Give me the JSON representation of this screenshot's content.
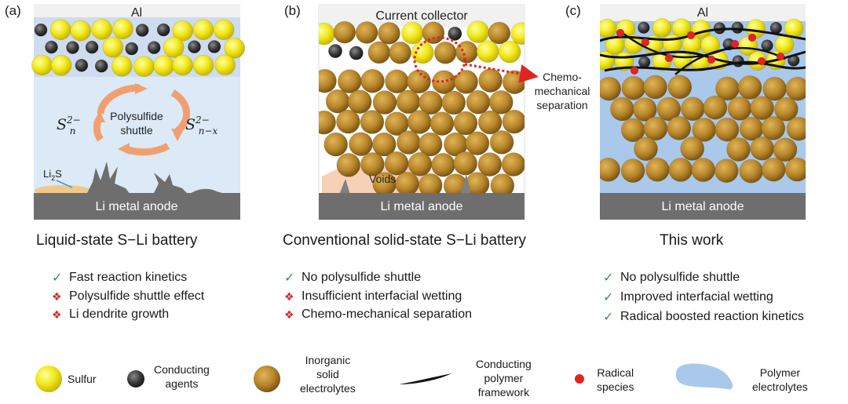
{
  "panels": [
    {
      "letter": "(a)",
      "top_label": "Al",
      "bottom_label": "Li metal anode",
      "shuttle_label": [
        "Polysulfide",
        "shuttle"
      ],
      "sn_left": "S",
      "sn_left_sub": "n",
      "sn_left_sup": "2−",
      "sn_right": "S",
      "sn_right_sub": "n−x",
      "sn_right_sup": "2−",
      "li2s_label": "Li",
      "li2s_sub": "2",
      "li2s_tail": "S",
      "caption": "Liquid-state S−Li battery",
      "props": [
        {
          "mark": "check",
          "text": "Fast reaction kinetics"
        },
        {
          "mark": "cross",
          "text": "Polysulfide shuttle effect"
        },
        {
          "mark": "cross",
          "text": "Li dendrite growth"
        }
      ]
    },
    {
      "letter": "(b)",
      "top_label": "Current collector",
      "bottom_label": "Li metal anode",
      "voids_label": "Voids",
      "separation_label": [
        "Chemo-",
        "mechanical",
        "separation"
      ],
      "caption": "Conventional solid-state S−Li battery",
      "props": [
        {
          "mark": "check",
          "text": "No polysulfide shuttle"
        },
        {
          "mark": "cross",
          "text": "Insufficient interfacial wetting"
        },
        {
          "mark": "cross",
          "text": "Chemo-mechanical separation"
        }
      ]
    },
    {
      "letter": "(c)",
      "top_label": "Al",
      "bottom_label": "Li metal anode",
      "caption": "This work",
      "props": [
        {
          "mark": "check",
          "text": "No polysulfide shuttle"
        },
        {
          "mark": "check",
          "text": "Improved interfacial wetting"
        },
        {
          "mark": "check",
          "text": "Radical boosted reaction kinetics"
        }
      ]
    }
  ],
  "marks": {
    "check": "✓",
    "cross": "❖"
  },
  "legend": [
    {
      "name": "sulfur",
      "lines": [
        "Sulfur"
      ]
    },
    {
      "name": "conducting-agents",
      "lines": [
        "Conducting",
        "agents"
      ]
    },
    {
      "name": "inorganic-electrolytes",
      "lines": [
        "Inorganic",
        "solid",
        "electrolytes"
      ]
    },
    {
      "name": "polymer-framework",
      "lines": [
        "Conducting",
        "polymer",
        "framework"
      ]
    },
    {
      "name": "radical-species",
      "lines": [
        "Radical",
        "species"
      ]
    },
    {
      "name": "polymer-electrolytes",
      "lines": [
        "Polymer",
        "electrolytes"
      ]
    }
  ],
  "colors": {
    "sulfur": "#f2e81a",
    "agent": "#3a3a3a",
    "electrolyte": "#b8862a",
    "radical": "#e02424",
    "polymer": "#a9c8ea",
    "anode": "#6e6e6e",
    "collector": "#f1f1f1",
    "liquid": "#dce9f6",
    "arrow": "#f0a070"
  }
}
